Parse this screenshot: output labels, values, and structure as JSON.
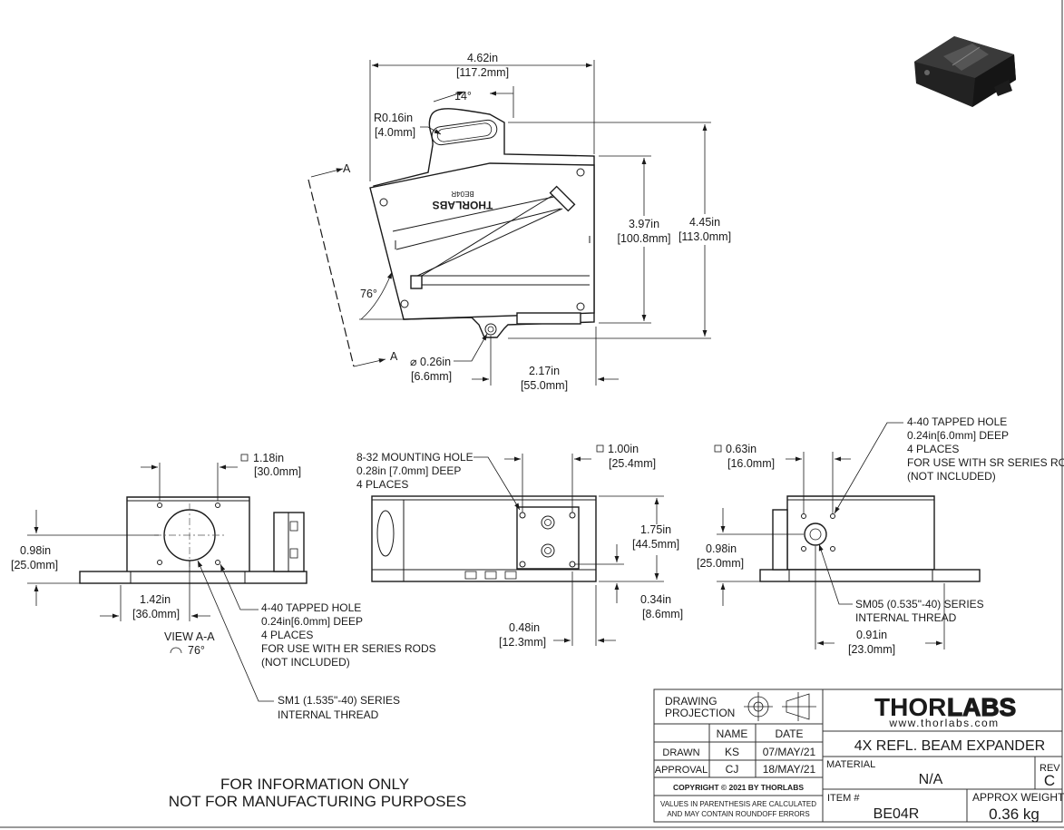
{
  "top_view": {
    "width_in": "4.62in",
    "width_mm": "[117.2mm]",
    "angle_top": "14°",
    "radius_in": "R0.16in",
    "radius_mm": "[4.0mm]",
    "height_in": "3.97in",
    "height_mm": "[100.8mm]",
    "total_height_in": "4.45in",
    "total_height_mm": "[113.0mm]",
    "angle_side": "76°",
    "section_label_top": "A",
    "section_label_bottom": "A",
    "hole_dia_in": "0.26in",
    "hole_dia_mm": "[6.6mm]",
    "hole_offset_in": "2.17in",
    "hole_offset_mm": "[55.0mm]",
    "part_label_1": "THORLABS",
    "part_label_2": "BE04R"
  },
  "view_aa": {
    "square_in": "1.18in",
    "square_mm": "[30.0mm]",
    "height_in": "0.98in",
    "height_mm": "[25.0mm]",
    "offset_in": "1.42in",
    "offset_mm": "[36.0mm]",
    "view_label": "VIEW A-A",
    "view_angle": "76°",
    "tap_1": "4-40 TAPPED HOLE",
    "tap_2": "0.24in[6.0mm] DEEP",
    "tap_3": "4 PLACES",
    "tap_4": "FOR USE WITH ER SERIES RODS",
    "tap_5": "(NOT INCLUDED)",
    "thread_1": "SM1 (1.535\"-40) SERIES",
    "thread_2": "INTERNAL THREAD"
  },
  "side_view": {
    "mount_1": "8-32 MOUNTING HOLE",
    "mount_2": "0.28in [7.0mm] DEEP",
    "mount_3": "4 PLACES",
    "square_in": "1.00in",
    "square_mm": "[25.4mm]",
    "height_in": "1.75in",
    "height_mm": "[44.5mm]",
    "depth_in": "0.34in",
    "depth_mm": "[8.6mm]",
    "offset_in": "0.48in",
    "offset_mm": "[12.3mm]"
  },
  "end_view": {
    "square_in": "0.63in",
    "square_mm": "[16.0mm]",
    "tap_1": "4-40 TAPPED HOLE",
    "tap_2": "0.24in[6.0mm] DEEP",
    "tap_3": "4 PLACES",
    "tap_4": "FOR USE WITH SR SERIES RODS",
    "tap_5": "(NOT INCLUDED)",
    "height_in": "0.98in",
    "height_mm": "[25.0mm]",
    "thread_1": "SM05 (0.535\"-40) SERIES",
    "thread_2": "INTERNAL THREAD",
    "offset_in": "0.91in",
    "offset_mm": "[23.0mm]"
  },
  "disclaimer": {
    "line1": "FOR INFORMATION ONLY",
    "line2": "NOT FOR MANUFACTURING PURPOSES"
  },
  "title_block": {
    "projection_1": "DRAWING",
    "projection_2": "PROJECTION",
    "col_name": "NAME",
    "col_date": "DATE",
    "row1_label": "DRAWN",
    "row1_name": "KS",
    "row1_date": "07/MAY/21",
    "row2_label": "APPROVAL",
    "row2_name": "CJ",
    "row2_date": "18/MAY/21",
    "copyright": "COPYRIGHT © 2021 BY THORLABS",
    "values_note_1": "VALUES IN PARENTHESIS ARE CALCULATED",
    "values_note_2": "AND MAY CONTAIN ROUNDOFF ERRORS",
    "logo_thor": "THOR",
    "logo_labs": "LABS",
    "website": "www.thorlabs.com",
    "description": "4X REFL. BEAM EXPANDER",
    "material_label": "MATERIAL",
    "material_value": "N/A",
    "rev_label": "REV",
    "rev_value": "C",
    "item_label": "ITEM #",
    "item_value": "BE04R",
    "weight_label": "APPROX WEIGHT",
    "weight_value": "0.36 kg"
  }
}
